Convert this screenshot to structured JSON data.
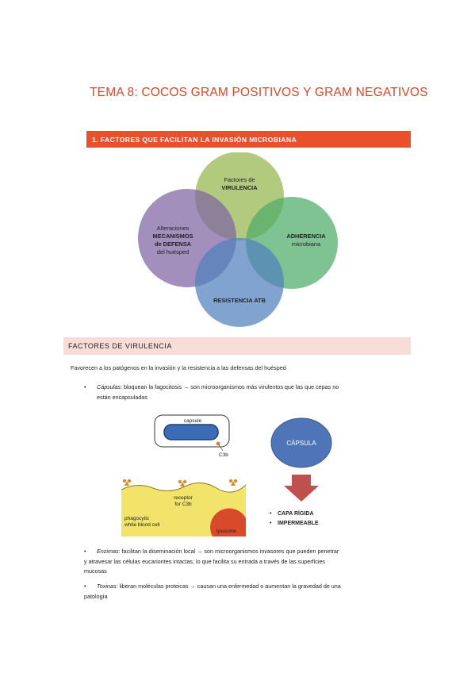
{
  "title": "TEMA 8: COCOS GRAM POSITIVOS Y GRAM NEGATIVOS",
  "section": "1.  FACTORES QUE FACILITAN LA INVASIÓN MICROBIANA",
  "venn": {
    "top": {
      "line1": "Factores de",
      "line2": "VIRULENCIA"
    },
    "left": {
      "line1": "Alteraciones",
      "line2": "MECANISMOS",
      "line3": "de DEFENSA",
      "line4": "del huésped"
    },
    "right": {
      "line1": "ADHERENCIA",
      "line2": "microbiana"
    },
    "bottom": {
      "line1": "RESISTENCIA ATB"
    },
    "colors": {
      "top": "#9bbb59",
      "left": "#8064a2",
      "right": "#4fac6a",
      "bottom": "#4f81bd"
    }
  },
  "subsection": "FACTORES DE VIRULENCIA",
  "intro": "Favorecen a los patógenos en la invasión y la resistencia a las defensas del huésped",
  "bullets": [
    {
      "term": "Cápsulas",
      "text": ": bloquean la fagocitosis → son microorganismos más virulentos que las que cepas no",
      "text2": "están encapsuladas"
    },
    {
      "term": "Enzimas",
      "text": ": facilitan la diseminación local → son microorganismos invasores que pueden penetrar",
      "text2": "y atravesar las células eucariontes intactas, lo que facilita su entrada a través de las superficies",
      "text3": "mucosas"
    },
    {
      "term": "Toxinas",
      "text": ": liberan moléculas proteicas → causan una enfermedad o aumentan la gravedad de una",
      "text2": "patología"
    }
  ],
  "illustration": {
    "capsule": "capsule",
    "c3b": "C3b",
    "receptor1": "receptor",
    "receptor2": "for C3b",
    "cell1": "phagocytic",
    "cell2": "white blood cell",
    "lysosome": "lysosome"
  },
  "capsula_diagram": {
    "circle": "CÁPSULA",
    "item1": "CAPA RÍGIDA",
    "item2": "IMPERMEABLE"
  }
}
